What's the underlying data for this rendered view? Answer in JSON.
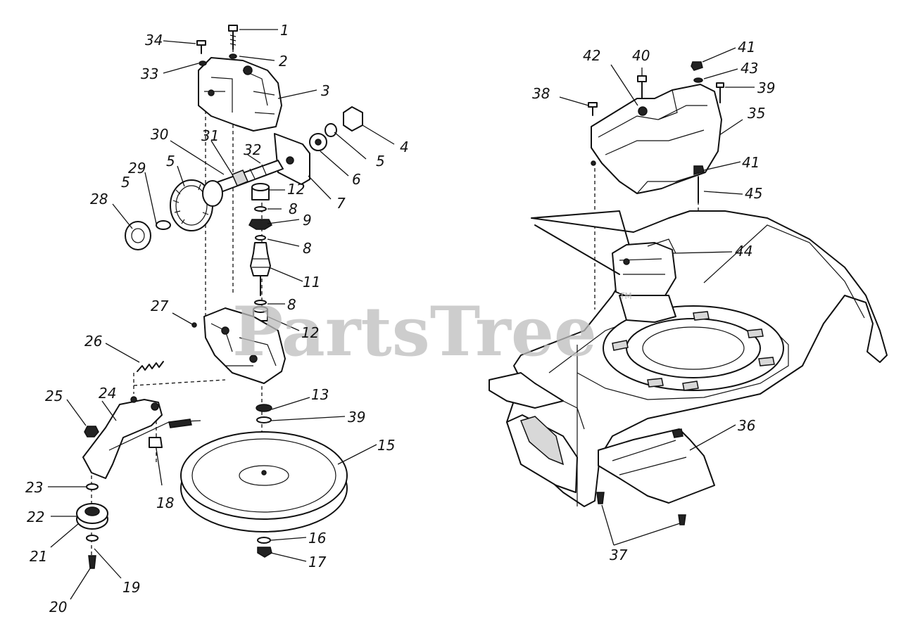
{
  "watermark": {
    "text": "PartsTree",
    "trademark": "TM"
  },
  "callouts": [
    "1",
    "2",
    "3",
    "4",
    "5",
    "5",
    "5",
    "6",
    "7",
    "8",
    "8",
    "8",
    "9",
    "11",
    "12",
    "12",
    "13",
    "15",
    "16",
    "17",
    "18",
    "19",
    "20",
    "21",
    "22",
    "23",
    "24",
    "25",
    "26",
    "27",
    "28",
    "29",
    "30",
    "31",
    "32",
    "33",
    "34",
    "35",
    "36",
    "37",
    "38",
    "39",
    "39",
    "40",
    "41",
    "41",
    "42",
    "43",
    "44",
    "45"
  ]
}
